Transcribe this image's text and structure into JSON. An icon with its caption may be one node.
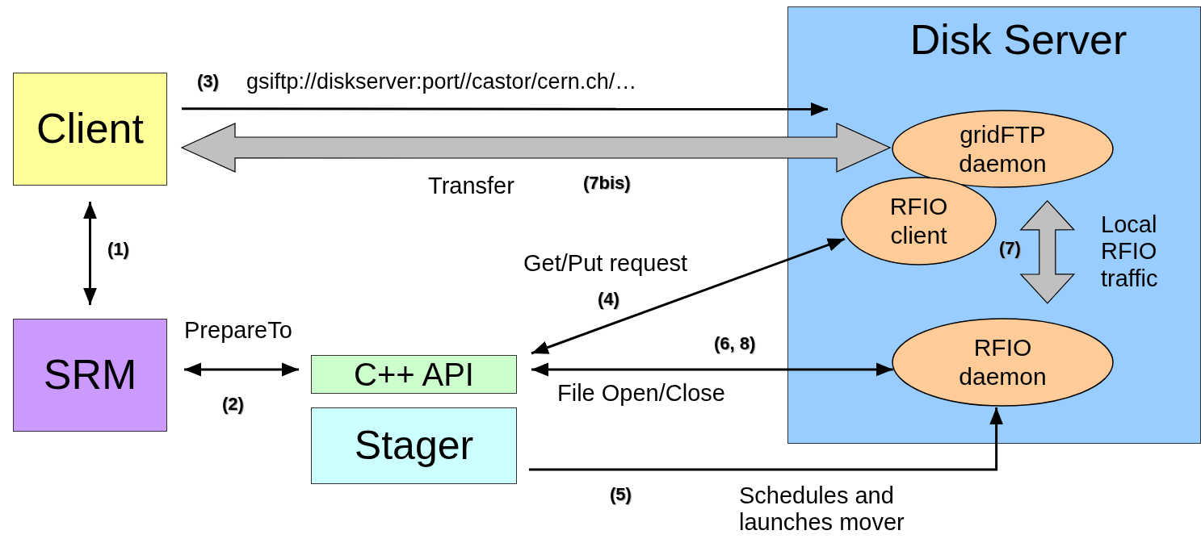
{
  "diagram": {
    "nodes": [
      {
        "text": [
          "Client"
        ]
      },
      {
        "text": [
          "SRM"
        ]
      },
      {
        "text": [
          "C++ API"
        ]
      },
      {
        "text": [
          "Stager"
        ]
      },
      {
        "text": [
          "Disk Server"
        ]
      },
      {
        "text": [
          "gridFTP daemon"
        ],
        "in": 4
      },
      {
        "text": [
          "RFIO client"
        ],
        "in": 4
      },
      {
        "text": [
          "RFIO daemon"
        ],
        "in": 4
      }
    ],
    "edges": [
      {
        "from": 0,
        "to": 1,
        "arrow": "both"
      },
      {
        "from": 1,
        "to": 2,
        "arrow": "both",
        "label": "PrepareTo"
      },
      {
        "from": 0,
        "to": 4,
        "arrow": "to",
        "label": "gsiftp://diskserver:port//castor/cern.ch/…"
      },
      {
        "from": 0,
        "to": 5,
        "arrow": "both",
        "label": "Transfer",
        "style": "thick",
        "color": "#c0c0c0"
      },
      {
        "from": 2,
        "to": 6,
        "arrow": "both",
        "label": "Get/Put request"
      },
      {
        "from": 2,
        "to": 7,
        "arrow": "both",
        "label": "File Open/Close"
      },
      {
        "from": 3,
        "to": 7,
        "arrow": "to",
        "label": "Schedules and launches mover"
      },
      {
        "from": 6,
        "to": 7,
        "arrow": "both",
        "label": "Local RFIO traffic",
        "style": "thick",
        "color": "#c0c0c0"
      }
    ],
    "labels": [
      "(3)",
      "(7bis)",
      "(1)",
      "(7)",
      "(4)",
      "(6, 8)",
      "(2)",
      "(5)"
    ]
  }
}
